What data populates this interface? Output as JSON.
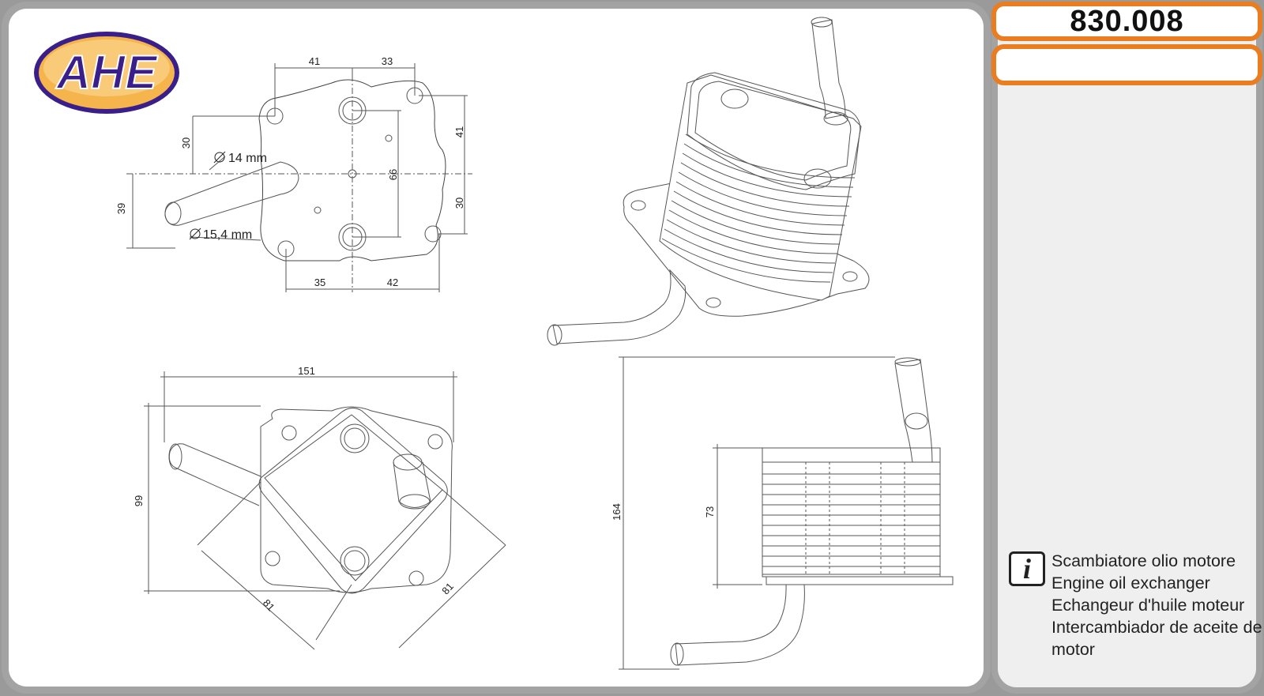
{
  "brand": {
    "logo_text": "AHE"
  },
  "part": {
    "number": "830.008"
  },
  "description": {
    "lines": [
      "Scambiatore olio motore",
      "Engine oil exchanger",
      "Echangeur d'huile moteur",
      "Intercambiador de aceite de",
      "motor"
    ]
  },
  "icons": {
    "info": "info-icon"
  },
  "colors": {
    "accent": "#ea7d20",
    "logo_fill": "#ea7d20",
    "logo_ring": "#3a1f8a",
    "frame": "#a3a3a3"
  },
  "top_view": {
    "dims": {
      "top_left": "41",
      "top_right": "33",
      "right_upper": "41",
      "right_lower": "30",
      "left_upper": "30",
      "left_outer": "39",
      "center_vertical": "66",
      "bottom_left": "35",
      "bottom_right": "42"
    },
    "inlet_diameter": "14 mm",
    "outlet_diameter": "15,4 mm"
  },
  "front_view": {
    "dims": {
      "width": "151",
      "height": "99",
      "diag_left": "81",
      "diag_right": "81"
    }
  },
  "side_view": {
    "dims": {
      "total_height": "164",
      "core_height": "73"
    }
  }
}
